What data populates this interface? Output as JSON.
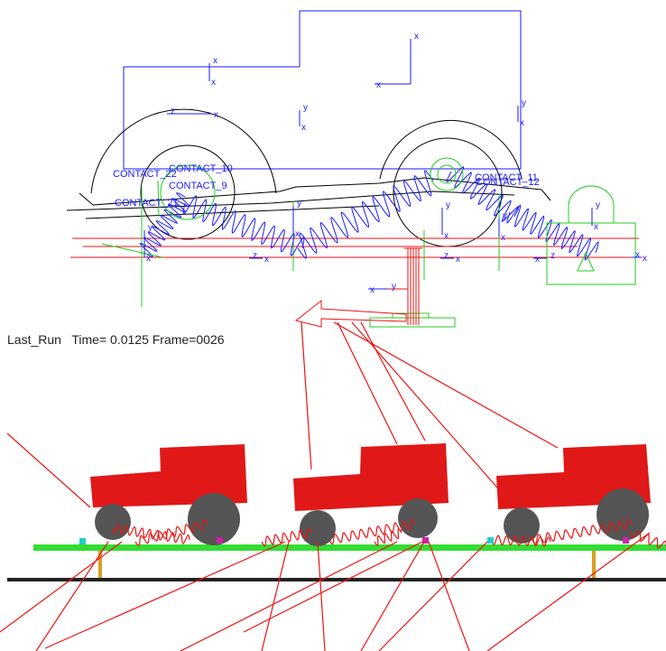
{
  "status_bar": {
    "run_name": "Last_Run",
    "time_label": "Time=",
    "time_value": "0.0125",
    "frame_label": "Frame=",
    "frame_value": "0026"
  },
  "wireframe": {
    "contact_labels": [
      "CONTACT_10",
      "CONTACT_9",
      "CONTACT_11",
      "CONTACT_12",
      "CONTACT_22",
      "CONTACT_21"
    ],
    "axis_labels": {
      "x": "x",
      "y": "y",
      "z": "z"
    }
  },
  "colors": {
    "wireframe_blue": "#1a1aff",
    "outline_black": "#000000",
    "contact_green": "#22cc22",
    "body_red": "#e01818",
    "wheel_gray": "#555555",
    "ground_green": "#33dd33",
    "ground_black": "#222222",
    "contact_force_red": "#ee1111"
  },
  "render": {
    "trucks": [
      {
        "id": "truck-1"
      },
      {
        "id": "truck-2"
      },
      {
        "id": "truck-3"
      }
    ]
  }
}
